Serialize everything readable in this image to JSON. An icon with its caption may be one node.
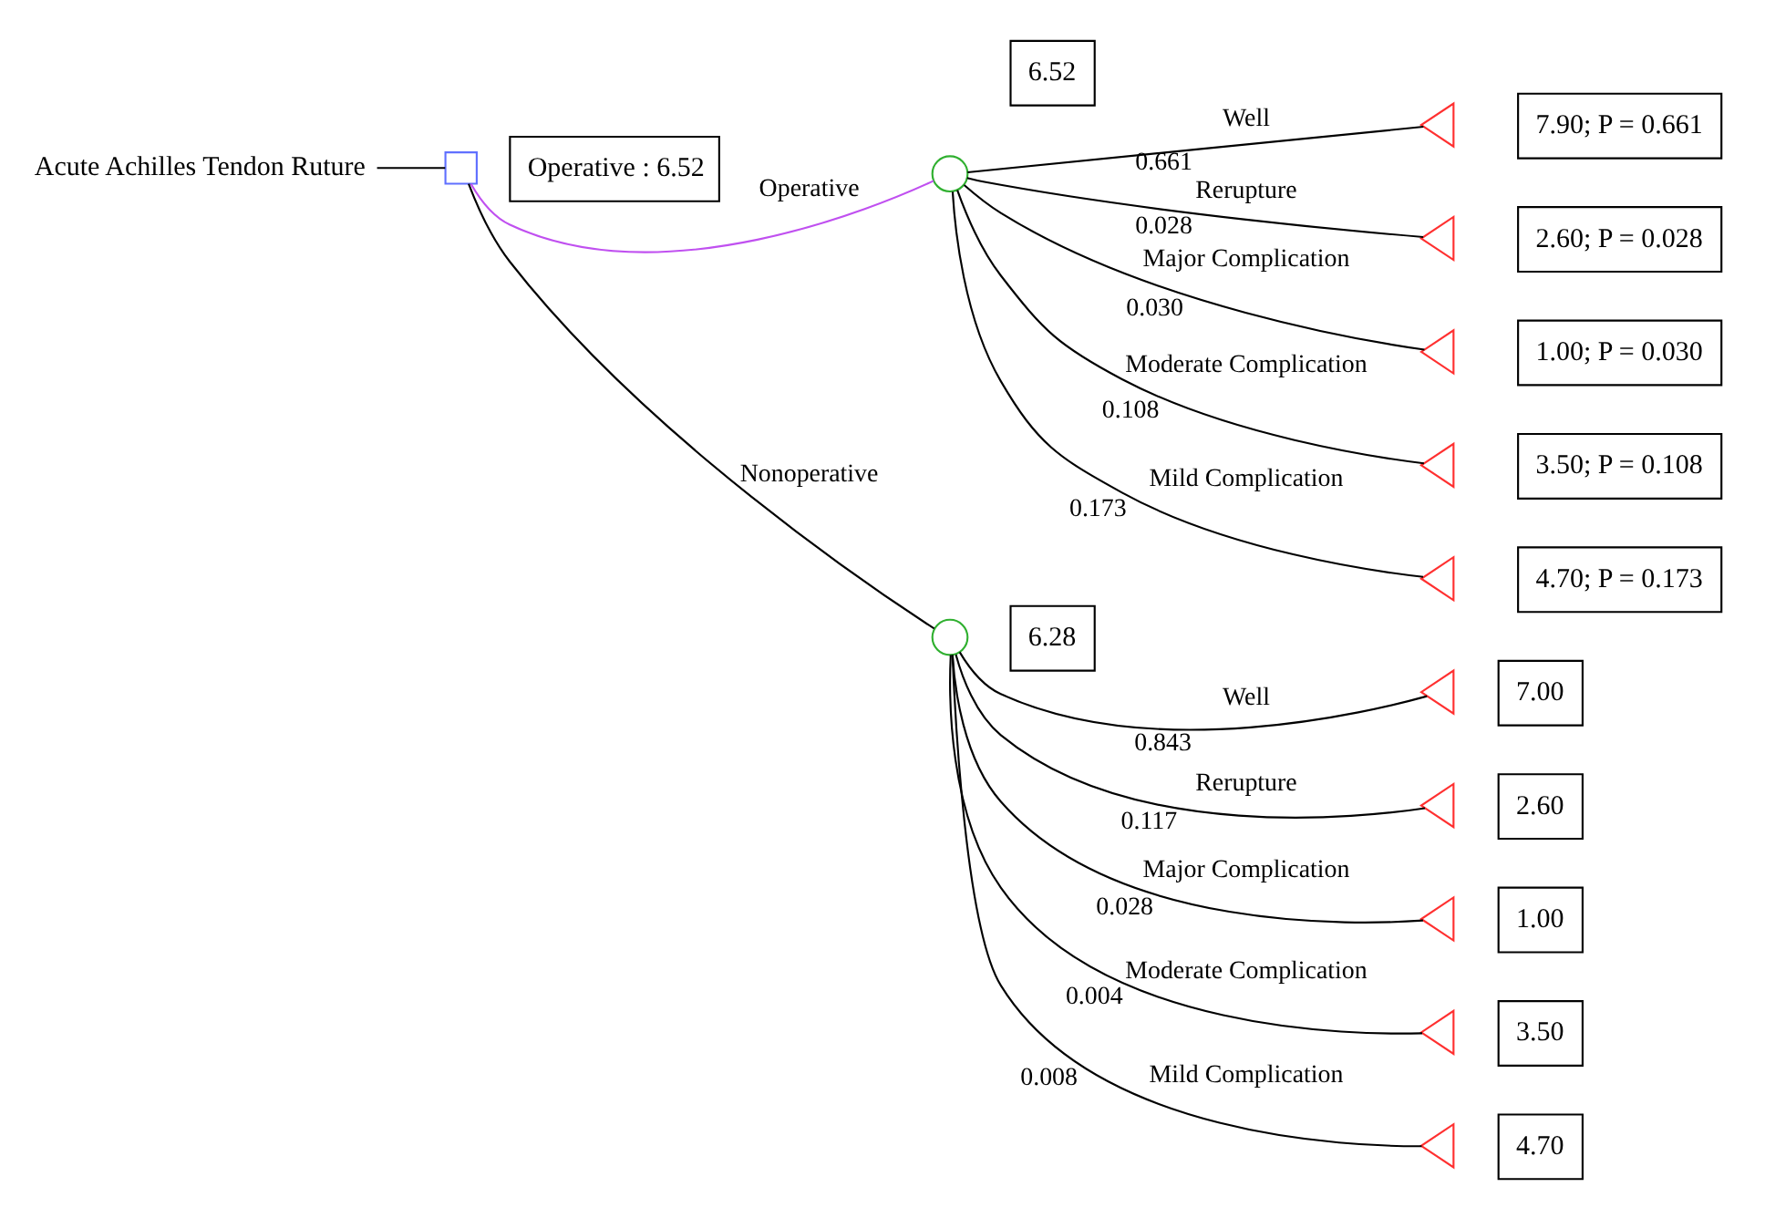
{
  "diagram": {
    "nodes": [
      {
        "text": [
          "Acute Achilles Tendon Ruture"
        ]
      },
      {
        "text": [],
        "shape": "box",
        "beside": [
          "Operative : 6.52"
        ]
      },
      {
        "text": [],
        "shape": "circle",
        "beside": [
          "6.52"
        ]
      },
      {
        "text": [],
        "shape": "circle",
        "beside": [
          "6.28"
        ]
      },
      {
        "text": [],
        "shape": "triangle",
        "beside": [
          "7.90; P = 0.661"
        ]
      },
      {
        "text": [],
        "shape": "triangle",
        "beside": [
          "2.60; P = 0.028"
        ]
      },
      {
        "text": [],
        "shape": "triangle",
        "beside": [
          "1.00; P = 0.030"
        ]
      },
      {
        "text": [],
        "shape": "triangle",
        "beside": [
          "3.50; P = 0.108"
        ]
      },
      {
        "text": [],
        "shape": "triangle",
        "beside": [
          "4.70; P = 0.173"
        ]
      },
      {
        "text": [],
        "shape": "triangle",
        "beside": [
          "7.00"
        ]
      },
      {
        "text": [],
        "shape": "triangle",
        "beside": [
          "2.60"
        ]
      },
      {
        "text": [],
        "shape": "triangle",
        "beside": [
          "1.00"
        ]
      },
      {
        "text": [],
        "shape": "triangle",
        "beside": [
          "3.50"
        ]
      },
      {
        "text": [],
        "shape": "triangle",
        "beside": [
          "4.70"
        ]
      }
    ],
    "edges": [
      {
        "from": 0,
        "to": 1,
        "arrow": "none"
      },
      {
        "from": 1,
        "to": 2,
        "arrow": "none",
        "label": "Operative",
        "color": "#c050f0"
      },
      {
        "from": 1,
        "to": 3,
        "arrow": "none",
        "label": "Nonoperative"
      },
      {
        "from": 2,
        "to": 4,
        "arrow": "none",
        "label": "Well"
      },
      {
        "from": 2,
        "to": 5,
        "arrow": "none",
        "label": "Rerupture"
      },
      {
        "from": 2,
        "to": 6,
        "arrow": "none",
        "label": "Major Complication"
      },
      {
        "from": 2,
        "to": 7,
        "arrow": "none",
        "label": "Moderate Complication"
      },
      {
        "from": 2,
        "to": 8,
        "arrow": "none",
        "label": "Mild Complication"
      },
      {
        "from": 3,
        "to": 9,
        "arrow": "none",
        "label": "Well"
      },
      {
        "from": 3,
        "to": 10,
        "arrow": "none",
        "label": "Rerupture"
      },
      {
        "from": 3,
        "to": 11,
        "arrow": "none",
        "label": "Major Complication"
      },
      {
        "from": 3,
        "to": 12,
        "arrow": "none",
        "label": "Moderate Complication"
      },
      {
        "from": 3,
        "to": 13,
        "arrow": "none",
        "label": "Mild Complication"
      }
    ],
    "labels": [
      "0.661",
      "0.028",
      "0.030",
      "0.108",
      "0.173",
      "0.843",
      "0.117",
      "0.028",
      "0.004",
      "0.008"
    ]
  }
}
